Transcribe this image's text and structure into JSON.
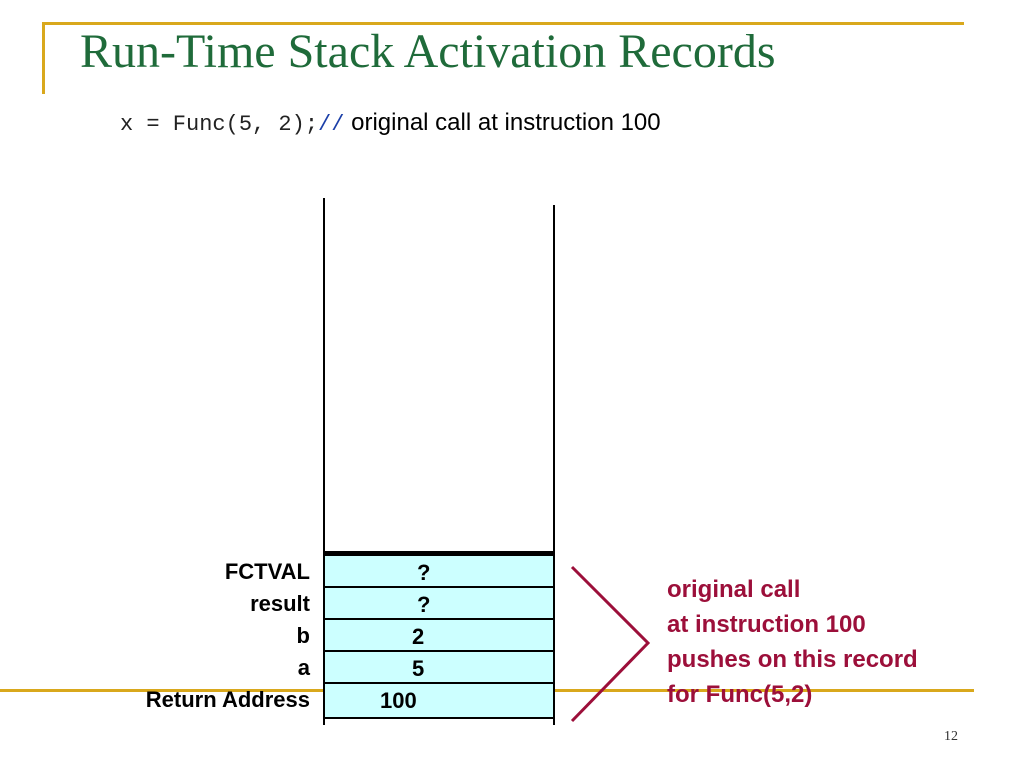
{
  "title": "Run-Time Stack Activation Records",
  "code": {
    "statement": "x = Func(5, 2);",
    "comment_marker": "//",
    "comment": " original call at instruction 100"
  },
  "record": {
    "rows": [
      {
        "label": "FCTVAL",
        "value": "?"
      },
      {
        "label": "result",
        "value": "?"
      },
      {
        "label": "b",
        "value": "2"
      },
      {
        "label": "a",
        "value": "5"
      },
      {
        "label": "Return Address",
        "value": "100"
      }
    ]
  },
  "note": {
    "lines": [
      "original call",
      "at instruction 100",
      "pushes on this record",
      "for Func(5,2)"
    ]
  },
  "page_number": "12",
  "colors": {
    "title": "#1f6b3a",
    "accent_gold": "#d9a81c",
    "cell_fill": "#ccffff",
    "note": "#9c0f3a"
  }
}
